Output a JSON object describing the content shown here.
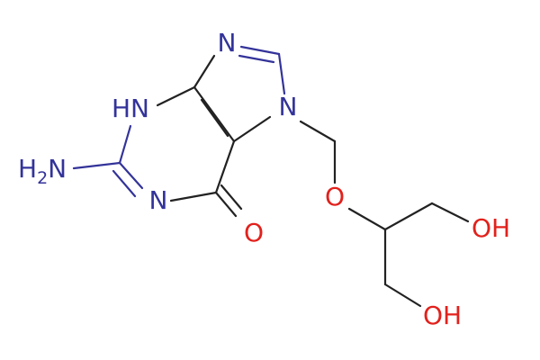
{
  "molecule": {
    "atoms": {
      "n_imidazole_top": {
        "element": "N",
        "label": "N"
      },
      "n_imidazole_side": {
        "element": "N",
        "label": "N"
      },
      "n_ring_h": {
        "element": "N",
        "label": "HN"
      },
      "n_ring": {
        "element": "N",
        "label": "N"
      },
      "o_carbonyl": {
        "element": "O",
        "label": "O"
      },
      "o_ether": {
        "element": "O",
        "label": "O"
      },
      "oh_top": {
        "element": "O",
        "label": "OH"
      },
      "oh_bottom": {
        "element": "O",
        "label": "OH"
      }
    },
    "amine": {
      "element": "N",
      "label": "H",
      "subscript": "2",
      "suffix": "N"
    }
  },
  "colors": {
    "bond": "#222222",
    "nitrogen": "#33339a",
    "oxygen": "#e2211c"
  }
}
